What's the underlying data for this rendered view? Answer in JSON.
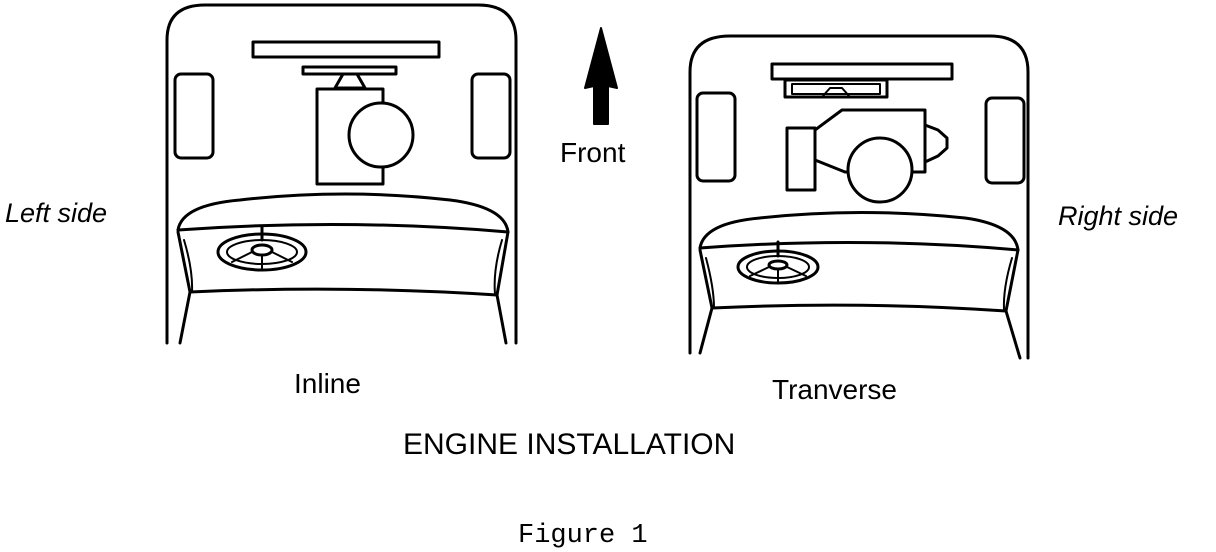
{
  "labels": {
    "left_side": "Left side",
    "right_side": "Right side",
    "front": "Front",
    "inline": "Inline",
    "transverse": "Tranverse",
    "title": "ENGINE INSTALLATION",
    "figure": "Figure 1"
  },
  "icons": {
    "front_arrow": "up-arrow-icon",
    "steering_wheel": "steering-wheel-icon"
  },
  "colors": {
    "line": "#000000",
    "background": "#ffffff"
  }
}
